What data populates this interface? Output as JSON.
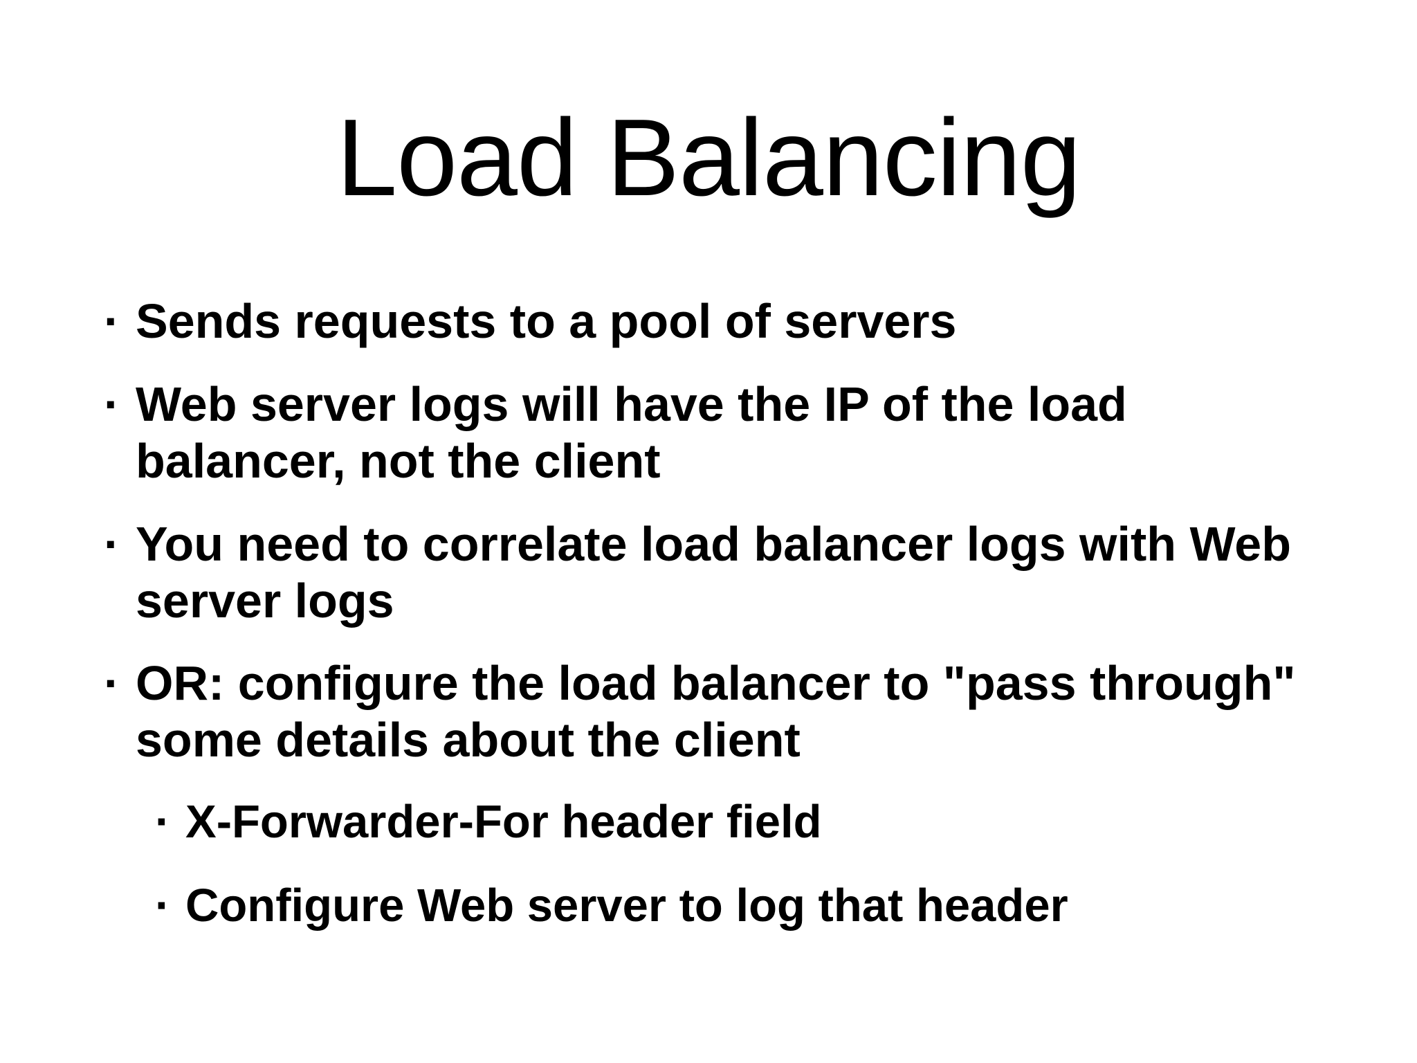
{
  "slide": {
    "background_color": "#ffffff",
    "text_color": "#000000",
    "title": "Load Balancing",
    "bullet_glyph": "·",
    "content": [
      {
        "level": 1,
        "text": "Sends requests to a pool of servers"
      },
      {
        "level": 1,
        "text": "Web server logs will have the IP of the load balancer, not the client"
      },
      {
        "level": 1,
        "text": "You need to correlate load balancer logs with Web server logs"
      },
      {
        "level": 1,
        "text": "OR: configure the load balancer to \"pass through\" some details about the client"
      },
      {
        "level": 2,
        "text": "X-Forwarder-For header field"
      },
      {
        "level": 2,
        "text": "Configure Web server to log that header"
      }
    ]
  }
}
